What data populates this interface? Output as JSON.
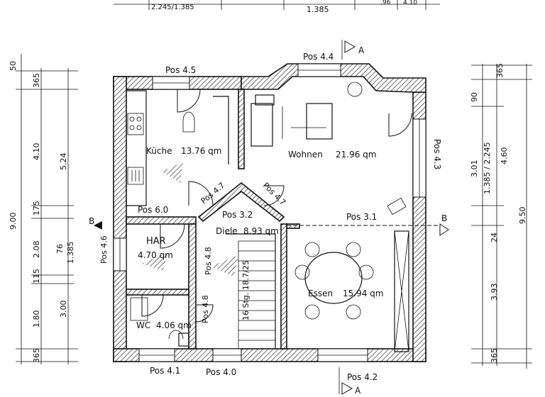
{
  "top_dims": [
    "2.245/1.385",
    "1.385",
    ".96",
    "4.10"
  ],
  "rooms": {
    "kueche": {
      "name": "Küche",
      "area": "13.76 qm"
    },
    "wohnen": {
      "name": "Wohnen",
      "area": "21.96 qm"
    },
    "har": {
      "name": "HAR",
      "area": "4.70 qm"
    },
    "diele": {
      "name": "Diele",
      "area": "8.93 qm"
    },
    "wc": {
      "name": "WC",
      "area": "4.06 qm"
    },
    "essen": {
      "name": "Essen",
      "area": "15.94 qm"
    }
  },
  "positions": {
    "p45": "Pos 4.5",
    "p44": "Pos 4.4",
    "p43": "Pos 4.3",
    "p47a": "Pos 4.7",
    "p47b": "Pos 4.7",
    "p60": "Pos 6.0",
    "p32": "Pos 3.2",
    "p31": "Pos 3.1",
    "p46": "Pos 4.6",
    "p48a": "Pos 4.8",
    "p48b": "Pos 4.8",
    "p41": "Pos 4.1",
    "p40": "Pos 4.0",
    "p42": "Pos 4.2"
  },
  "stairs": "16 Stg. 18.7/25",
  "sections": {
    "a_top": "A",
    "a_bottom": "A",
    "b_left": "B",
    "b_right": "B"
  },
  "left_dims": {
    "outer": [
      "50",
      "365",
      "4.10",
      "175",
      "2.08",
      "115",
      "1.80",
      "365"
    ],
    "mid": [
      "5.24",
      "76",
      "1.385",
      "3.00"
    ],
    "total": "9.00"
  },
  "right_dims": {
    "inner": [
      "365",
      "90",
      "3.01",
      "24",
      "3.93",
      "365"
    ],
    "mid": [
      "1.385 / 2.245",
      "4.60"
    ],
    "total": "9.50"
  }
}
